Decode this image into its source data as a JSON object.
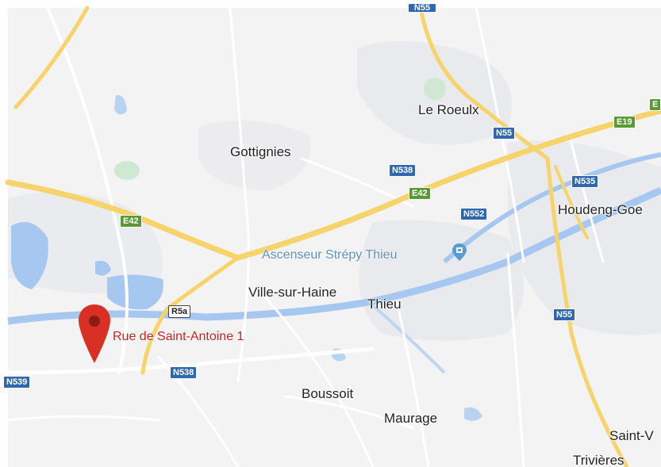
{
  "colors": {
    "land": "#f3f3f3",
    "urban": "#e9eaed",
    "water": "#a6c8f0",
    "park": "#cfe8d2",
    "motorway": "#f6d46b",
    "road": "#ffffff",
    "pin": "#d93025",
    "poi": "#5f8fbf"
  },
  "places": {
    "le_roeulx": "Le Roeulx",
    "gottignies": "Gottignies",
    "houdeng_goegnies": "Houdeng-Goe",
    "ville_sur_haine": "Ville-sur-Haine",
    "thieu": "Thieu",
    "boussoit": "Boussoit",
    "maurage": "Maurage",
    "saint_vaast": "Saint-V",
    "trivieres": "Trivières"
  },
  "poi": {
    "label": "Ascenseur Strépy Thieu",
    "icon": "museum-pin-icon"
  },
  "pin": {
    "label": "Rue de Saint-Antoine 1",
    "icon": "location-pin-icon"
  },
  "shields": {
    "n55_top": "N55",
    "n55_mid": "N55",
    "n55_low": "N55",
    "n538_top": "N538",
    "n538_low": "N538",
    "n535": "N535",
    "n552": "N552",
    "n539": "N539",
    "e42_left": "E42",
    "e42_mid": "E42",
    "e19": "E19",
    "e19_edge": "E",
    "r5a": "R5a"
  }
}
